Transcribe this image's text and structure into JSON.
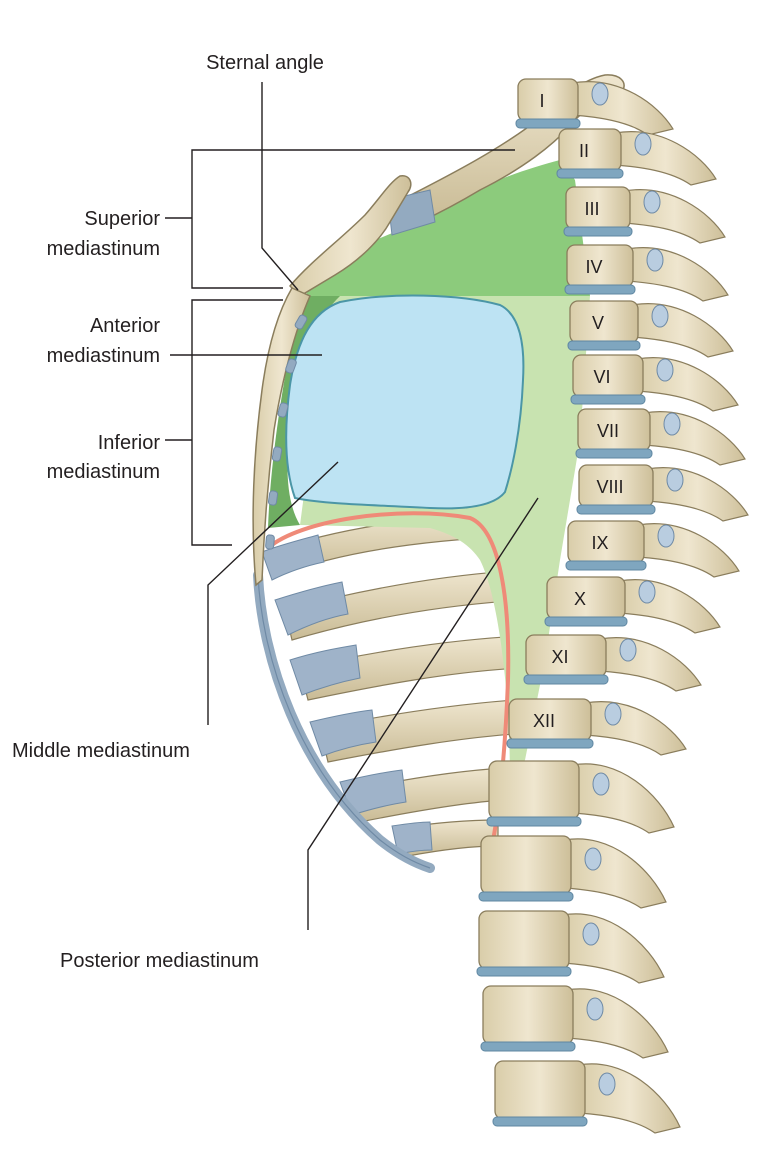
{
  "labels": {
    "sternal_angle": "Sternal angle",
    "superior_1": "Superior",
    "superior_2": "mediastinum",
    "anterior_1": "Anterior",
    "anterior_2": "mediastinum",
    "inferior_1": "Inferior",
    "inferior_2": "mediastinum",
    "middle": "Middle mediastinum",
    "posterior": "Posterior mediastinum"
  },
  "vertebra_numbers": [
    "I",
    "II",
    "III",
    "IV",
    "V",
    "VI",
    "VII",
    "VIII",
    "IX",
    "X",
    "XI",
    "XII"
  ],
  "colors": {
    "superior_region": "#8ccb7c",
    "posterior_region": "#c8e3b0",
    "anterior_region": "#6fae62",
    "middle_region": "#bde3f3",
    "diaphragm_line": "#ef8a78",
    "bone": "#e6dcc1",
    "cartilage": "#93aac0",
    "disc": "#7fa6bf",
    "leader_line": "#231f20"
  }
}
